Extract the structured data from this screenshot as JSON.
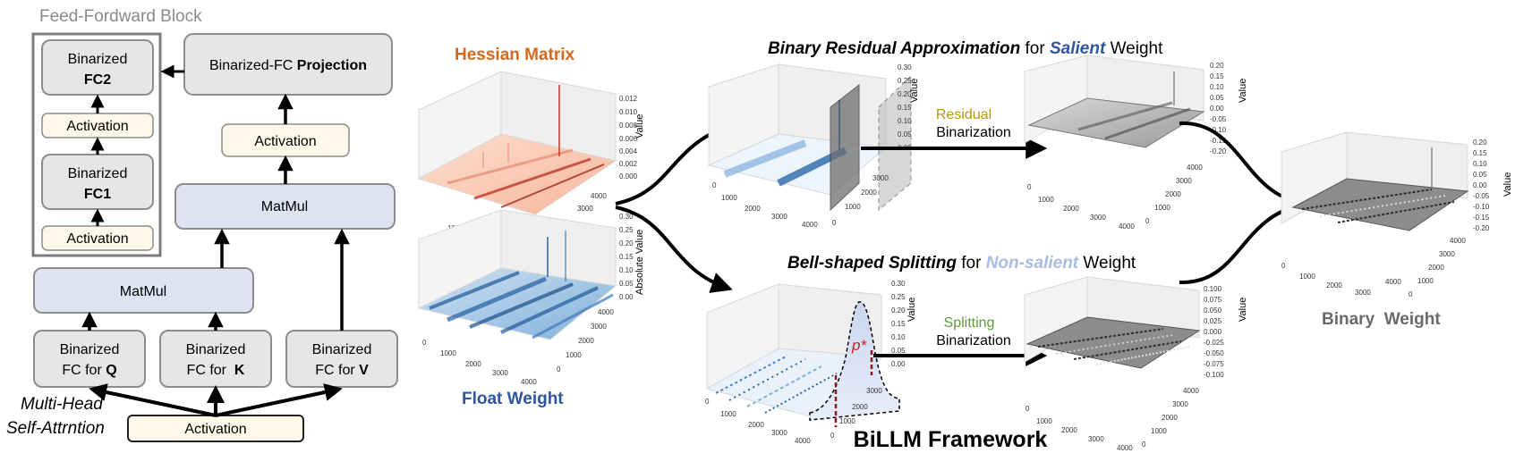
{
  "ffn": {
    "title": "Feed-Fordward Block",
    "fc2_line1": "Binarized",
    "fc2_line2": "FC2",
    "activation_top": "Activation",
    "fc1_line1": "Binarized",
    "fc1_line2": "FC1",
    "activation_bottom": "Activation"
  },
  "attention": {
    "projection_prefix": "Binarized-FC ",
    "projection_bold": "Projection",
    "activation_mid": "Activation",
    "matmul_right": "MatMul",
    "matmul_left": "MatMul",
    "fc_q_line1": "Binarized",
    "fc_q_line2_prefix": "FC for ",
    "fc_q_bold": "Q",
    "fc_k_line1": "Binarized",
    "fc_k_line2_prefix": "FC for  ",
    "fc_k_bold": "K",
    "fc_v_line1": "Binarized",
    "fc_v_line2_prefix": "FC for ",
    "fc_v_bold": "V",
    "multihead_line1": "Multi-Head",
    "multihead_line2": "Self-Attrntion",
    "activation_input": "Activation"
  },
  "plots": {
    "hessian_title": "Hessian Matrix",
    "float_title": "Float Weight",
    "hessian_zlabel": "Value",
    "hessian_zticks": [
      "0.012",
      "0.010",
      "0.008",
      "0.006",
      "0.004",
      "0.002",
      "0.000"
    ],
    "float_zlabel": "Absolute Value",
    "float_zticks": [
      "0.30",
      "0.25",
      "0.20",
      "0.15",
      "0.10",
      "0.05",
      "0.00"
    ],
    "axis_ticks": [
      "0",
      "1000",
      "2000",
      "3000",
      "4000"
    ],
    "residual_title_bold": "Binary Residual Approximation",
    "residual_title_mid": " for ",
    "residual_title_salient": "Salient",
    "residual_title_end": " Weight",
    "splitting_title_bold": "Bell-shaped Splitting",
    "splitting_title_mid": " for ",
    "splitting_title_nonsalient": "Non-salient",
    "splitting_title_end": " Weight",
    "residual_label_1": "Residual",
    "residual_label_2": "Binarization",
    "splitting_label_1": "Splitting",
    "splitting_label_2": "Binarization",
    "salient_zticks": [
      "0.30",
      "0.25",
      "0.20",
      "0.15",
      "0.10",
      "0.05",
      "0.00"
    ],
    "residual_out_zticks": [
      "0.20",
      "0.15",
      "0.10",
      "0.05",
      "0.00",
      "-0.05",
      "-0.10",
      "-0.15",
      "-0.20"
    ],
    "split_out_zticks": [
      "0.100",
      "0.075",
      "0.050",
      "0.025",
      "0.000",
      "-0.025",
      "-0.050",
      "-0.075",
      "-0.100"
    ],
    "binary_zticks": [
      "0.20",
      "0.15",
      "0.10",
      "0.05",
      "0.00",
      "-0.05",
      "-0.10",
      "-0.15",
      "-0.20"
    ],
    "p_star": "p*",
    "value_label": "Value",
    "binary_title": "Binary  Weight",
    "framework_title": "BiLLM Framework"
  },
  "colors": {
    "box_gray_fill": "#e6e6e6",
    "box_gray_stroke": "#8c8c8c",
    "activation_fill": "#fdf8e8",
    "matmul_fill": "#dfe3f1",
    "hessian_orange": "#d2691e",
    "float_blue": "#2f56a0",
    "salient_blue": "#2f56a0",
    "nonsalient_blue": "#a9bde0",
    "residual_gold": "#b8960b",
    "splitting_green": "#5d9b3a",
    "p_red": "#d11a1a"
  }
}
